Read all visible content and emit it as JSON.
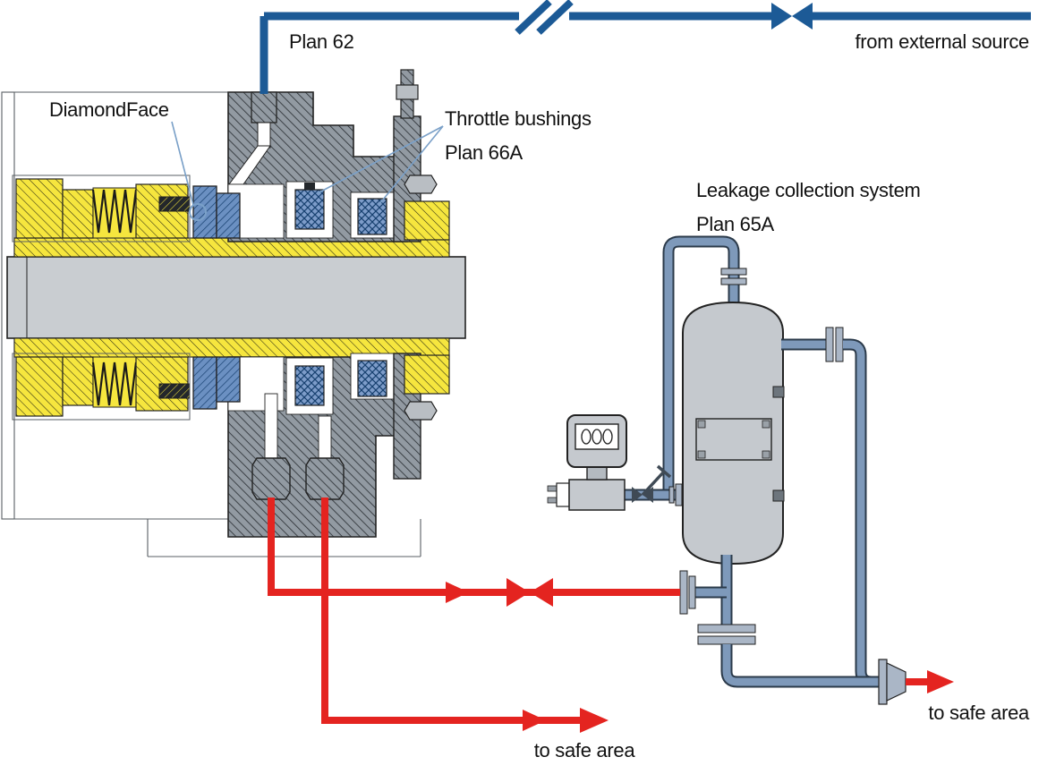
{
  "page": {
    "title": "Mechanical seal with Plan 62 quench, Plan 66A throttle bushings and Plan 65A leakage collection system"
  },
  "labels": {
    "plan62": "Plan 62",
    "from_external_source": "from external source",
    "diamondface": "DiamondFace",
    "throttle_bushings": "Throttle bushings",
    "throttle_plan": "Plan 66A",
    "leakage_system": "Leakage collection system",
    "leakage_plan": "Plan 65A",
    "to_safe_area_bottom": "to safe area",
    "to_safe_area_right": "to safe area"
  },
  "colors": {
    "background": "#ffffff",
    "text": "#111111",
    "pipe_blue": "#1c5a96",
    "pipe_red": "#e42420",
    "pipe_steel": "#7e99ba",
    "pipe_steel_dark": "#2b3a4a",
    "steel_gray": "#929aa2",
    "shaft_gray": "#c9cdd1",
    "part_yellow": "#f6e63e",
    "face_blue": "#6b90c2",
    "bushing_blue": "#7d9cc9",
    "vessel_gray": "#c5c9ce",
    "flange_gray": "#aab6c6",
    "dark_part": "#23272b",
    "leader_blue": "#7aa0c8"
  },
  "icons": {
    "check_valve": "check-valve on Plan 62 quench line",
    "shutoff_valve": "shut-off valve on Plan 62 quench line",
    "drain_valve": "valve on leakage drain line",
    "needle_valve": "instrument valve at level transmitter",
    "flow_arrow": "flow direction arrow"
  }
}
